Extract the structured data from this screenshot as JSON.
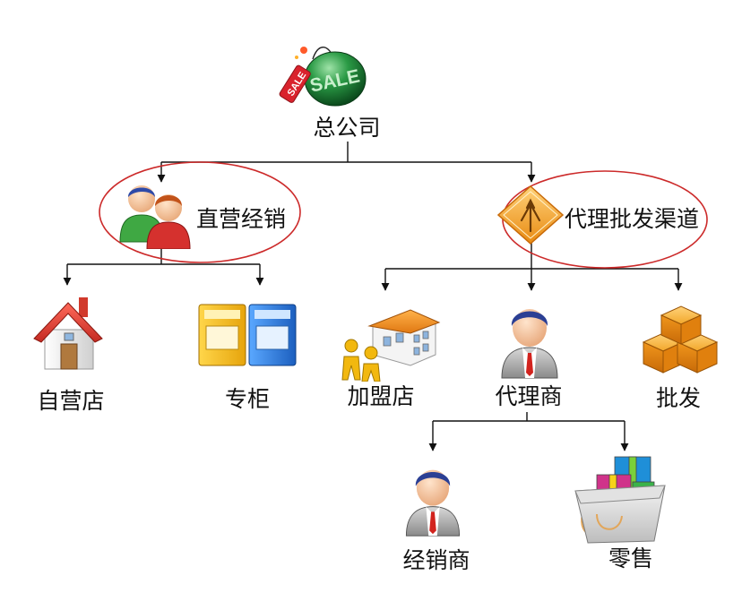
{
  "nodes": {
    "head_office": "总公司",
    "direct_sales": "直营经销",
    "self_store": "自营店",
    "counter": "专柜",
    "agency_channel": "代理批发渠道",
    "franchise": "加盟店",
    "agent": "代理商",
    "wholesale": "批发",
    "distributor": "经销商",
    "retail": "零售"
  },
  "badge_text": "SALE",
  "colors": {
    "connector": "#111111",
    "highlight_ring": "#cc2a2a"
  },
  "icons": [
    "sale-tag-icon",
    "two-people-icon",
    "orange-diamond-arrows-icon",
    "house-icon",
    "counter-cabinets-icon",
    "franchise-shop-icon",
    "agent-person-icon",
    "boxes-icon",
    "distributor-person-icon",
    "gift-basket-icon"
  ]
}
